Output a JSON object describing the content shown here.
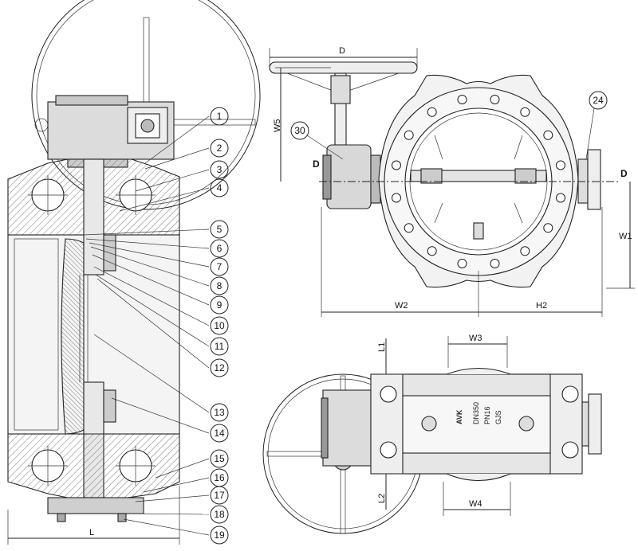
{
  "callouts": [
    "1",
    "2",
    "3",
    "4",
    "5",
    "6",
    "7",
    "8",
    "9",
    "10",
    "11",
    "12",
    "13",
    "14",
    "15",
    "16",
    "17",
    "18",
    "19"
  ],
  "top_right_callouts": [
    "30",
    "24"
  ],
  "section_marks": [
    "D",
    "D"
  ],
  "dimensions": {
    "L": "L",
    "D": "D",
    "W5": "W5",
    "W1": "W1",
    "W2": "W2",
    "H2": "H2",
    "W3": "W3",
    "W4": "W4",
    "L1": "L1",
    "L2": "L2"
  },
  "body_marking": [
    "DN350",
    "PN16",
    "GJS"
  ],
  "logo_text": "AVK",
  "colors": {
    "line": "#222222",
    "hatch": "#555555",
    "fill_light": "#eeeeee",
    "fill_mid": "#d8d8d8",
    "fill_dark": "#b8b8b8"
  }
}
